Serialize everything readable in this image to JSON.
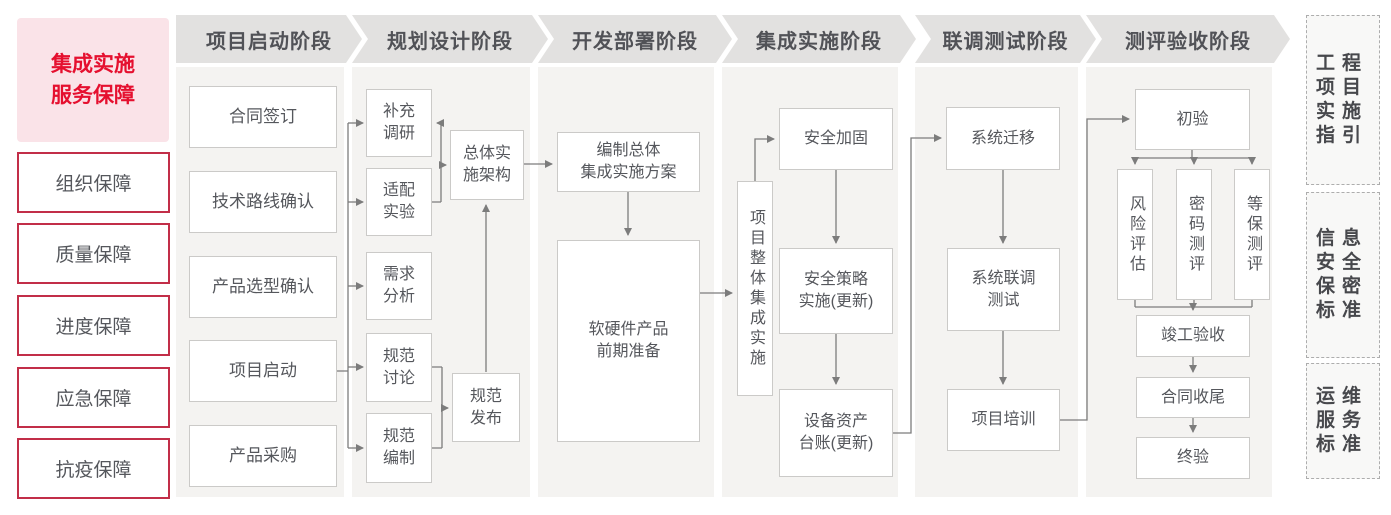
{
  "sidebar": {
    "title": "集成实施\n服务保障",
    "guarantees": [
      {
        "label": "组织保障"
      },
      {
        "label": "质量保障"
      },
      {
        "label": "进度保障"
      },
      {
        "label": "应急保障"
      },
      {
        "label": "抗疫保障"
      }
    ]
  },
  "phases": [
    {
      "label": "项目启动阶段",
      "items": [
        "合同签订",
        "技术路线确认",
        "产品选型确认",
        "项目启动",
        "产品采购"
      ]
    },
    {
      "label": "规划设计阶段",
      "items": [
        "补充\n调研",
        "适配\n实验",
        "需求\n分析",
        "规范\n讨论",
        "规范\n编制",
        "总体实\n施架构",
        "规范\n发布"
      ]
    },
    {
      "label": "开发部署阶段",
      "items": [
        "编制总体\n集成实施方案",
        "软硬件产品\n前期准备"
      ]
    },
    {
      "label": "集成实施阶段",
      "items": [
        "项目整体集成实施",
        "安全加固",
        "安全策略\n实施(更新)",
        "设备资产\n台账(更新)"
      ]
    },
    {
      "label": "联调测试阶段",
      "items": [
        "系统迁移",
        "系统联调\n测试",
        "项目培训"
      ]
    },
    {
      "label": "测评验收阶段",
      "items": [
        "初验",
        "风险评估",
        "密码测评",
        "等保测评",
        "竣工验收",
        "合同收尾",
        "终验"
      ]
    }
  ],
  "standards": [
    {
      "label": "工程项目实施指引"
    },
    {
      "label": "信息安全保密标准"
    },
    {
      "label": "运维服务标准"
    }
  ],
  "colors": {
    "accent_red": "#e5102f",
    "pink_bg": "#fae3e8",
    "border_red": "#c22e48",
    "text_gray": "#55575c",
    "chevron_bg": "#e2e1e0",
    "chevron_text": "#515257",
    "panel_bg": "#f4f3f1",
    "box_border": "#cbcac8",
    "line_gray": "#7c7c7c",
    "dash_border": "#adadad",
    "std_bg": "#f8f8f7",
    "std_text": "#47484c"
  }
}
